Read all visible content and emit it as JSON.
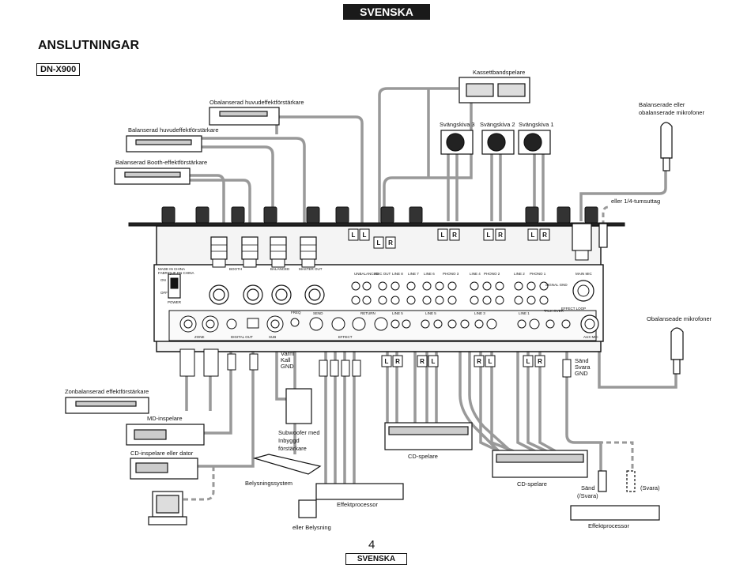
{
  "header_tab": "SVENSKA",
  "title": "ANSLUTNINGAR",
  "model": "DN-X900",
  "page_number": "4",
  "footer_tab": "SVENSKA",
  "labels": {
    "cassette": "Kassettbandspelare",
    "unbalanced_amp": "Obalanserad huvudeffektförstärkare",
    "balanced_amp": "Balanserad huvudeffektförstärkare",
    "booth_amp": "Balanserad Booth-effektförstärkare",
    "turntable3": "Svängskiva 3",
    "turntable2": "Svängskiva 2",
    "turntable1": "Svängskiva 1",
    "mic_bal_unbal_1": "Balanserade eller",
    "mic_bal_unbal_2": "obalanserade mikrofoner",
    "quarter_inch": "eller 1/4-tumsuttag",
    "unbalanced_mics": "Obalanseade mikrofoner",
    "zone_amp": "Zonbalanserad effektförstärkare",
    "md_player": "MD-inspelare",
    "cd_or_pc": "CD-inspelare eller dator",
    "lighting": "Belysningssystem",
    "or_lighting": "eller Belysning",
    "fx_proc_1": "Effektprocessor",
    "fx_proc_2": "Effektprocessor",
    "cd_player_1": "CD-spelare",
    "cd_player_2": "CD-spelare",
    "sub_1": "Subwoofer med",
    "sub_2": "Inbyggd",
    "sub_3": "förstärkare",
    "warm": "Varm",
    "cold": "Kall",
    "gnd": "GND",
    "send": "Sänd",
    "return": "Svara",
    "gnd2": "GND",
    "send_slash_1": "Sänd",
    "send_slash_2": "(/Svara)",
    "return_paren": "(Svara)"
  },
  "panel_text": {
    "made_in_1": "MADE IN CHINA",
    "made_in_2": "FABRIQUE EN CHINA",
    "on": "ON",
    "off": "OFF",
    "power": "POWER",
    "booth": "BOOTH",
    "balanced": "BALANCED",
    "master_out": "MASTER OUT",
    "unbalanced": "UNBALANCED",
    "rec_out": "REC OUT",
    "line8": "LINE 8",
    "line7": "LINE 7",
    "line6": "LINE 6",
    "line5": "LINE 5",
    "line4": "LINE 4",
    "line3": "LINE 3",
    "line2": "LINE 2",
    "line1": "LINE 1",
    "phono3": "PHONO 3",
    "phono2": "PHONO 2",
    "phono1": "PHONO 1",
    "signal_gnd": "SIGNAL GND",
    "main_mic": "MAIN MIC",
    "aux_mic": "AUX MIC",
    "zone": "ZONE",
    "digital_out": "DIGITAL OUT",
    "sub": "SUB",
    "freq": "FREQ",
    "effect": "EFFECT",
    "send_lbl": "SEND",
    "return_lbl": "RETURN",
    "talk_over": "TALK OVER",
    "effect_loop": "EFFECT LOOP",
    "l": "L",
    "r": "R"
  }
}
